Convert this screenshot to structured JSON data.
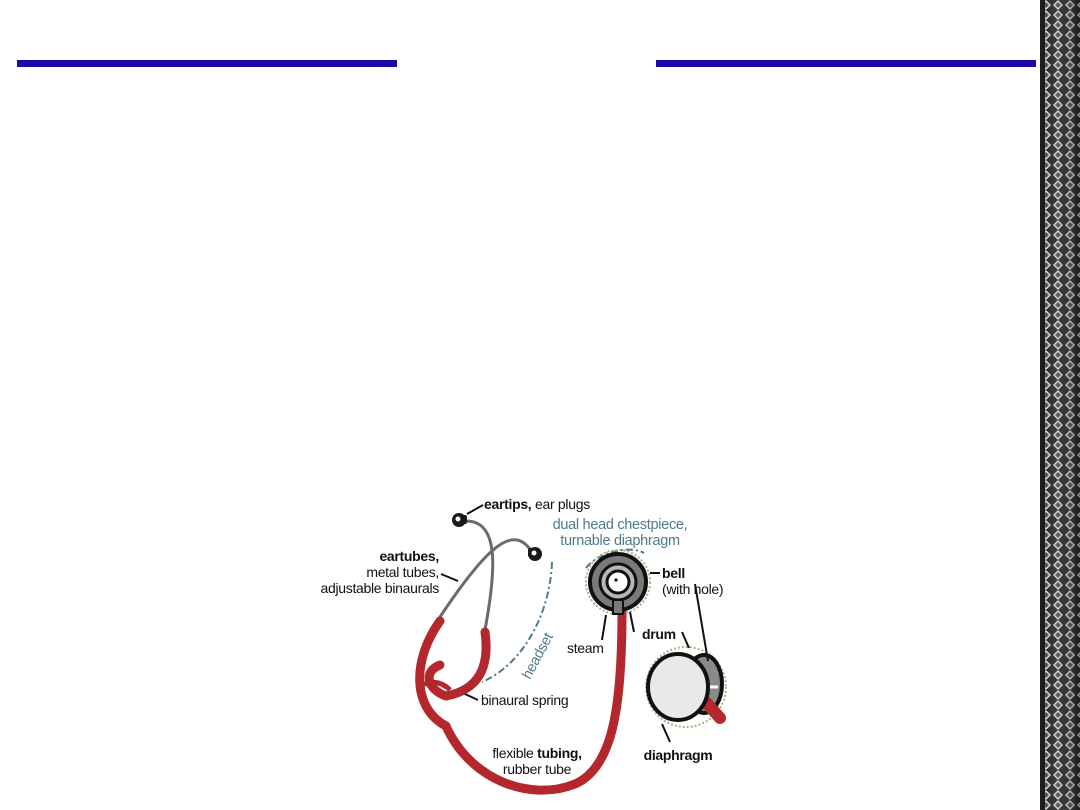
{
  "slide": {
    "accent_color": "#1a0aa8",
    "border_pattern": "diamond-chain-pattern"
  },
  "diagram": {
    "colors": {
      "tubing": "#b3272d",
      "metal": "#6b6b6b",
      "label_accent": "#4e7b8c",
      "eartip": "#1a1a1a"
    },
    "labels": {
      "eartips_bold": "eartips,",
      "eartips_rest": " ear plugs",
      "chestpiece_line1": "dual head chestpiece,",
      "chestpiece_line2": "turnable diaphragm",
      "eartubes_bold": "eartubes,",
      "eartubes_line2": "metal tubes,",
      "eartubes_line3": "adjustable binaurals",
      "bell_bold": "bell",
      "bell_rest": "(with hole)",
      "headset": "headset",
      "drum_bold": "drum",
      "steam": "steam",
      "binaural_spring": "binaural spring",
      "tubing_rest": "flexible ",
      "tubing_bold": "tubing,",
      "rubber_tube": "rubber tube",
      "diaphragm_bold": "diaphragm"
    }
  }
}
